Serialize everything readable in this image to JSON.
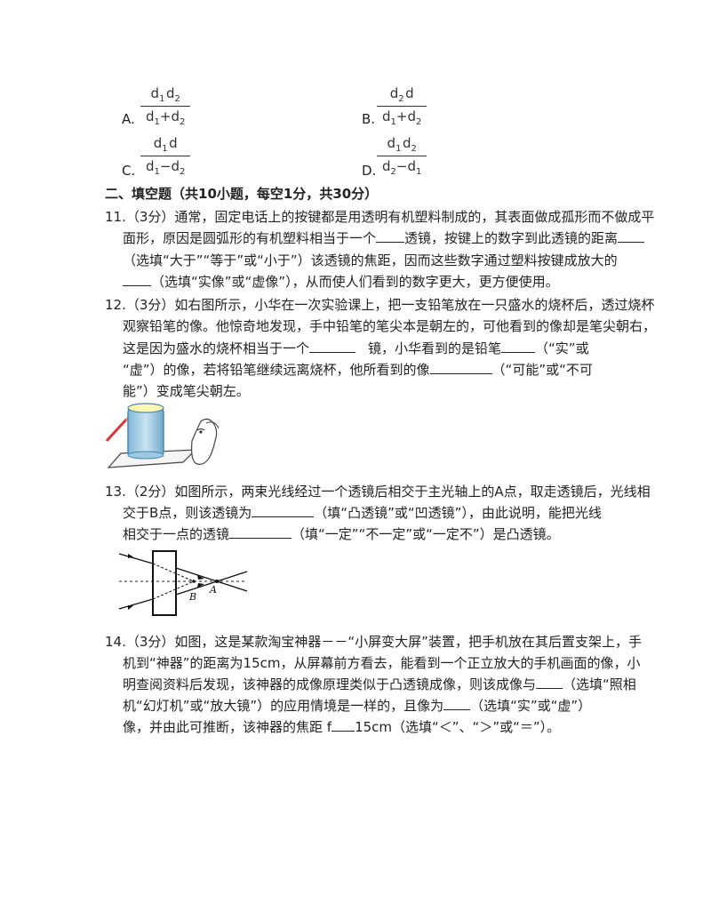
{
  "options": {
    "a": {
      "label": "A.",
      "num_1": "d",
      "num_1_sub": "1",
      "num_2": "d",
      "num_2_sub": "2",
      "den_1": "d",
      "den_1_sub": "1",
      "den_op": "+",
      "den_2": "d",
      "den_2_sub": "2"
    },
    "b": {
      "label": "B.",
      "num_1": "d",
      "num_1_sub": "2",
      "num_2": "d",
      "den_1": "d",
      "den_1_sub": "1",
      "den_op": "+",
      "den_2": "d",
      "den_2_sub": "2"
    },
    "c": {
      "label": "C.",
      "num_1": "d",
      "num_1_sub": "1",
      "num_2": "d",
      "den_1": "d",
      "den_1_sub": "1",
      "den_op": "−",
      "den_2": "d",
      "den_2_sub": "2"
    },
    "d": {
      "label": "D.",
      "num_1": "d",
      "num_1_sub": "1",
      "num_2": "d",
      "num_2_sub": "2",
      "den_1": "d",
      "den_1_sub": "2",
      "den_op": "−",
      "den_2": "d",
      "den_2_sub": "1"
    }
  },
  "section": {
    "title": "二、填空题（共10小题，每空1分，共30分）"
  },
  "q11": {
    "l1": "11.（3分）通常，固定电话上的按键都是用透明有机塑料制成的，其表面做成孤形而不做成平",
    "l2a": "面形，原因是圆弧形的有机塑料相当于一个",
    "l2b": "透镜，按键上的数字到此透镜的距离",
    "l3": "（选填“大于”“等于”或“小于”）该透镜的焦距，因而这些数字通过塑料按键成放大的",
    "l4b": "（选填“实像”或“虚像”），从而使人们看到的数字更大，更方便使用。"
  },
  "q12": {
    "l1": "12.（3分）如右图所示，小华在一次实验课上，把一支铅笔放在一只盛水的烧杯后，透过烧杯",
    "l2": "观察铅笔的像。他惊奇地发现，手中铅笔的笔尖本是朝左的，可他看到的像却是笔尖朝右，",
    "l3a": "这是因为盛水的烧杯相当于一个",
    "l3b": "镜，小华看到的是铅笔",
    "l3c": "（“实”或",
    "l4a": "“虚”）的像，若将铅笔继续远离烧杯，他所看到的像",
    "l4b": "（“可能”或“不可",
    "l5": "能”）变成笔尖朝左。"
  },
  "q13": {
    "l1": "13.（2分）如图所示，两束光线经过一个透镜后相交于主光轴上的A点，取走透镜后，光线相",
    "l2a": "交于B点，则该透镜为",
    "l2b": "（填“凸透镜”或“凹透镜”），由此说明，能把光线",
    "l3a": "相交于一点的透镜",
    "l3b": "（填“一定”“不一定”或“一定不”）是凸透镜。",
    "label_a": "A",
    "label_b": "B"
  },
  "q14": {
    "l1": "14.（3分）如图，这是某款淘宝神器－－“小屏变大屏”装置，把手机放在其后置支架上，手",
    "l2": "机到“神器”的距离为15cm，从屏幕前方看去，能看到一个正立放大的手机画面的像，小",
    "l3a": "明查阅资料后发现，该神器的成像原理类似于凸透镜成像，则该成像与",
    "l3b": "（选填“照相",
    "l4a": "机“幻灯机”或“放大镜”）的应用情境是一样的，且像为",
    "l4b": "（选填“实”或“虚”）",
    "l5a": "像，并由此可推断，该神器的焦距 f",
    "l5b": "15cm（选填“＜”、“＞”或“＝”）。"
  }
}
